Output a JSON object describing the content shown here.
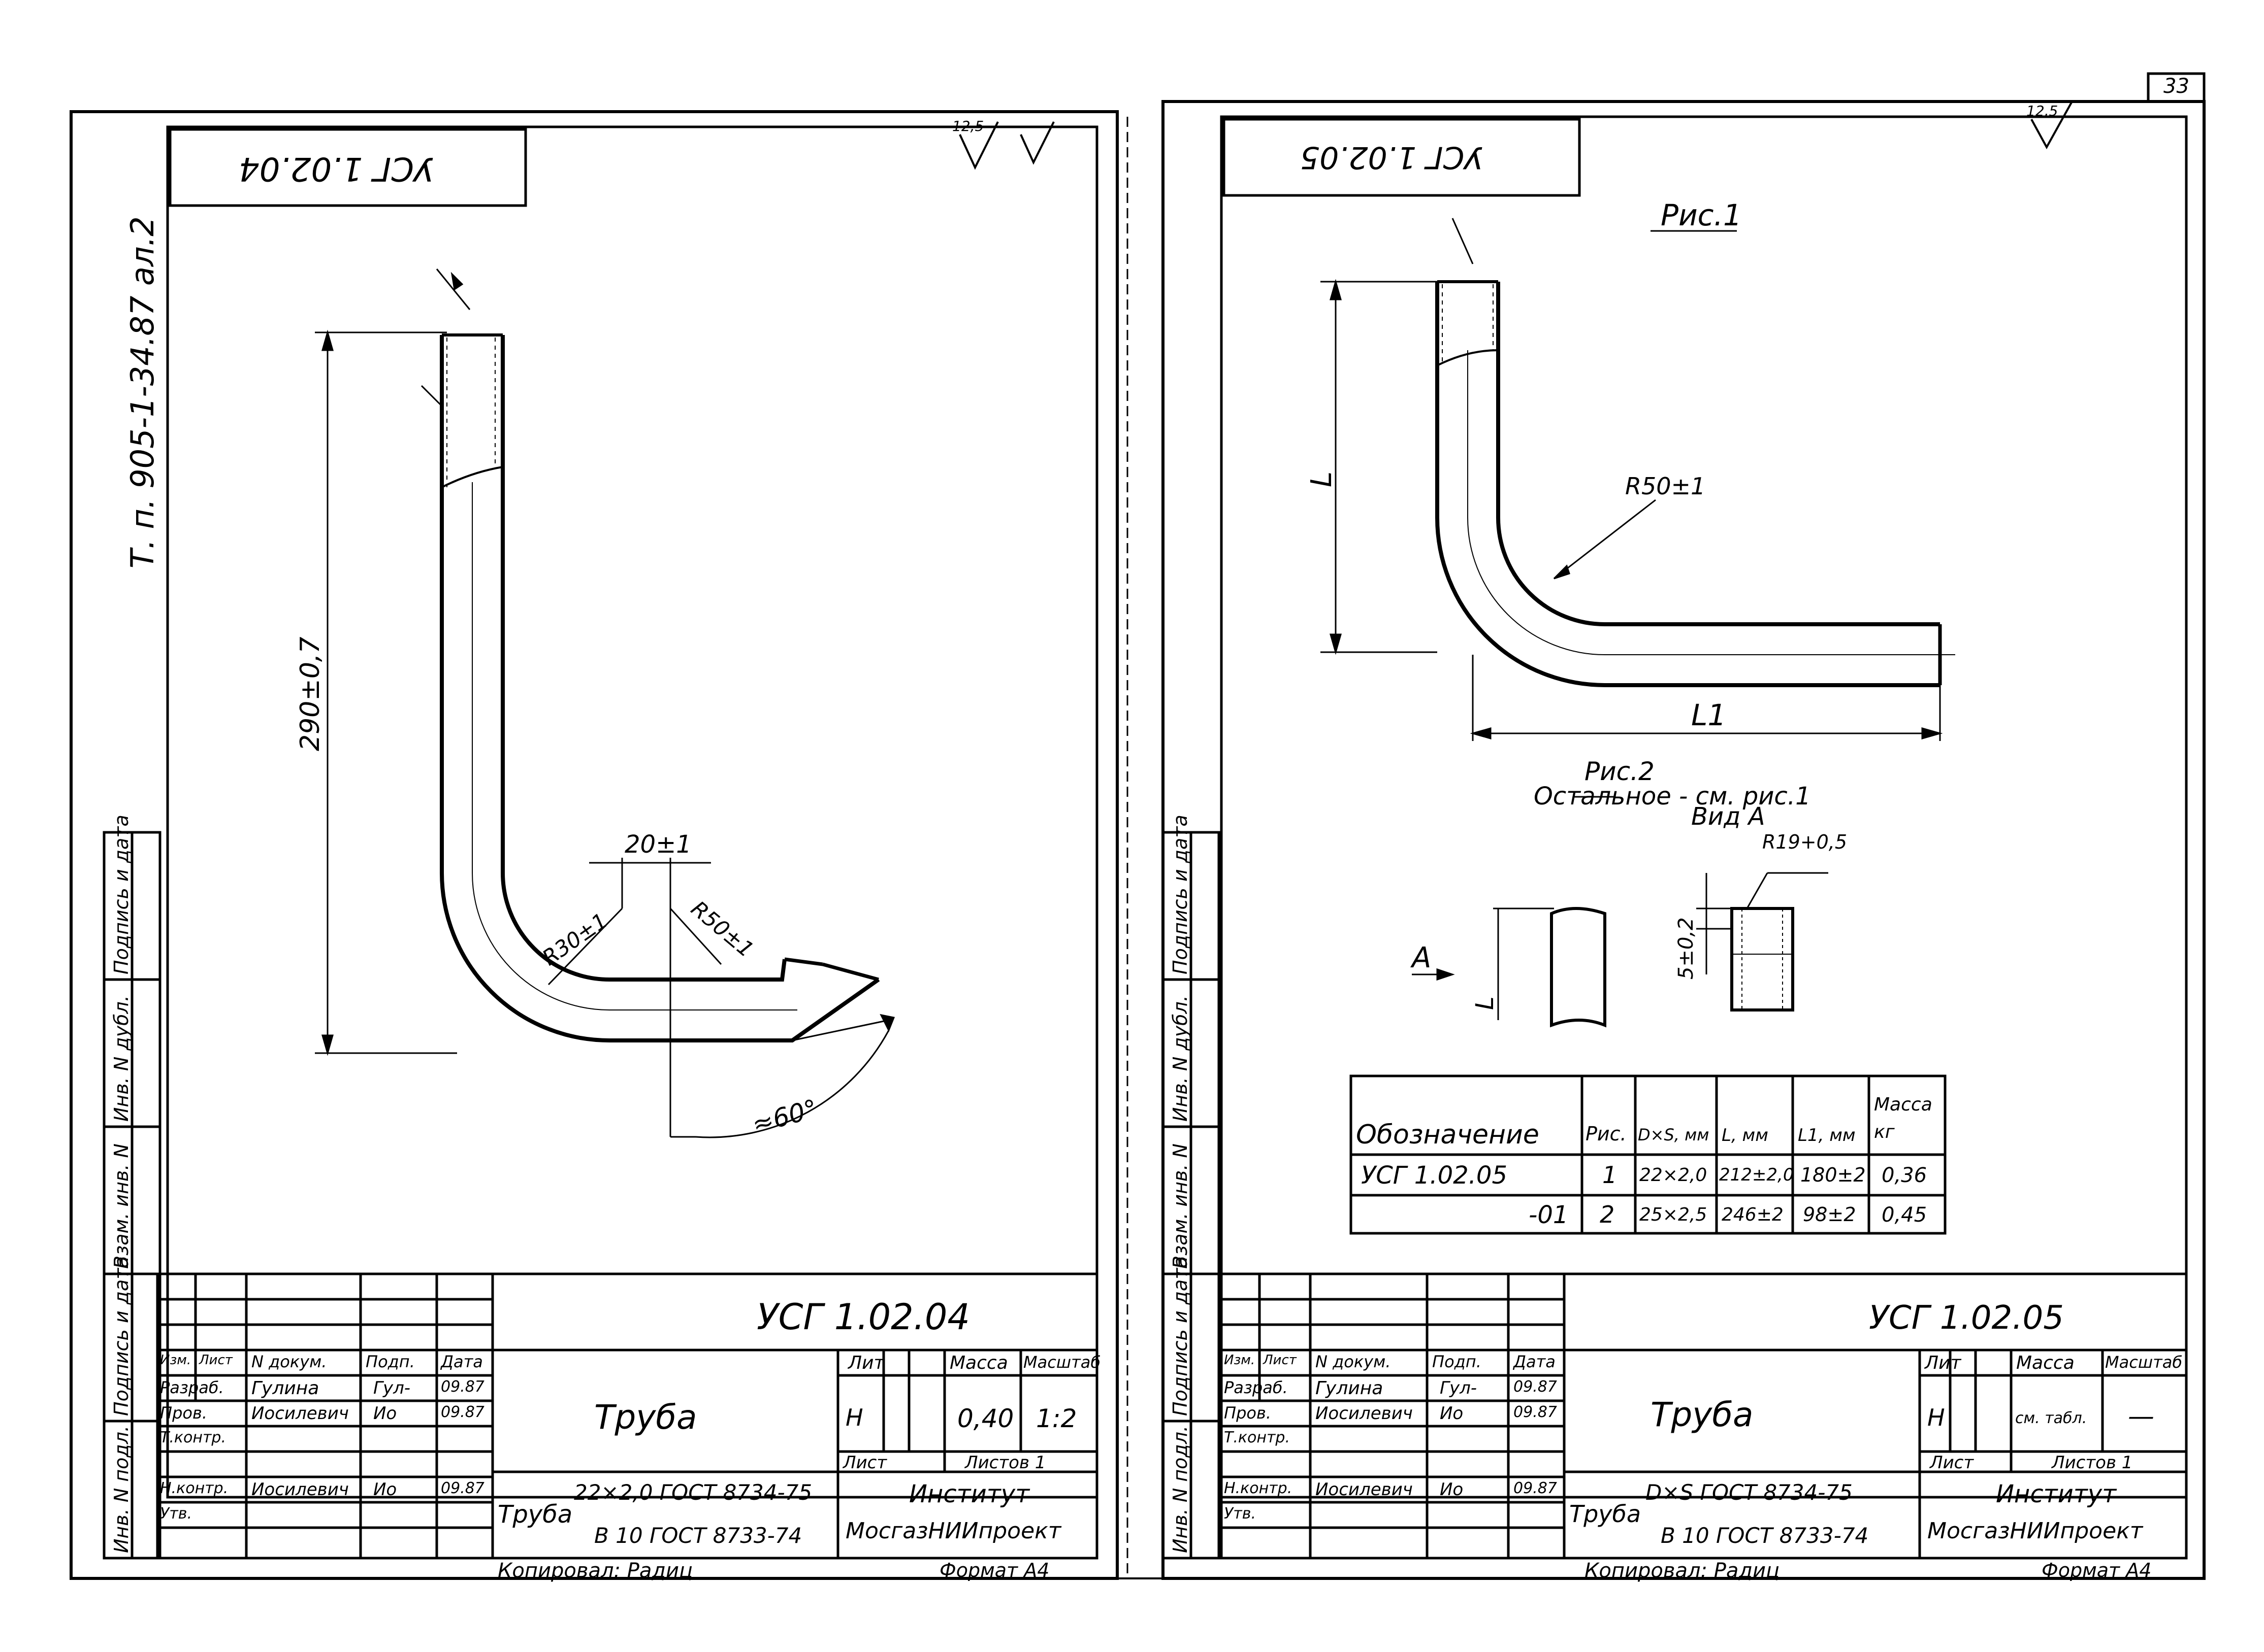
{
  "page_number": "33",
  "left_sheet": {
    "corner_code": "УСГ 1.02.04",
    "roughness": "12,5",
    "album_label": "Т. п. 905-1-34.87   ал.2",
    "dim_length": "290±0,7",
    "dim_gap": "20±1",
    "dim_r30": "R30±1",
    "dim_r50": "R50±1",
    "dim_angle": "≈60°",
    "side_labels": [
      "Подпись и дата",
      "Инв. N дубл.",
      "Взам. инв. N",
      "Подпись и дата",
      "Инв. N подл."
    ],
    "title_block": {
      "designation": "УСГ 1.02.04",
      "name": "Труба",
      "lit_header": "Лит",
      "mass_header": "Масса",
      "scale_header": "Масштаб",
      "lit_value": "Н",
      "mass_value": "0,40",
      "scale_value": "1:2",
      "sheet_label": "Лист",
      "sheets_label": "Листов 1",
      "material_prefix": "Труба",
      "material_line1": "22×2,0 ГОСТ 8734-75",
      "material_line2": "В 10 ГОСТ 8733-74",
      "org_line1": "Институт",
      "org_line2": "МосгазНИИпроект",
      "col_headers": [
        "Изм.",
        "Лист",
        "N докум.",
        "Подп.",
        "Дата"
      ],
      "rows": [
        {
          "role": "Разраб.",
          "name": "Гулина",
          "sign": "Гул-",
          "date": "09.87"
        },
        {
          "role": "Пров.",
          "name": "Иосилевич",
          "sign": "Ио",
          "date": "09.87"
        },
        {
          "role": "Т.контр.",
          "name": "",
          "sign": "",
          "date": ""
        },
        {
          "role": "Н.контр.",
          "name": "Иосилевич",
          "sign": "Ио",
          "date": "09.87"
        },
        {
          "role": "Утв.",
          "name": "",
          "sign": "",
          "date": ""
        }
      ],
      "copied": "Копировал: Радиц",
      "format": "Формат А4"
    }
  },
  "right_sheet": {
    "corner_code": "УСГ 1.02.05",
    "roughness": "12,5",
    "fig1_label": "Рис.1",
    "dim_L": "L",
    "dim_L1": "L1",
    "dim_r50": "R50±1",
    "fig2_label": "Рис.2",
    "fig2_note": "Остальное - см. рис.1",
    "view_label": "Вид А",
    "view_arrow": "А",
    "dim_chamfer": "R19+0,5",
    "dim_5": "5±0,2",
    "side_labels": [
      "Подпись и дата",
      "Инв. N дубл.",
      "Взам. инв. N",
      "Подпись и дата",
      "Инв. N подл."
    ],
    "table": {
      "headers": [
        "Обозначение",
        "Рис.",
        "D×S, мм",
        "L, мм",
        "L1, мм",
        "Масса кг"
      ],
      "rows": [
        [
          "УСГ 1.02.05",
          "1",
          "22×2,0",
          "212±2,0",
          "180±2",
          "0,36"
        ],
        [
          "-01",
          "2",
          "25×2,5",
          "246±2",
          "98±2",
          "0,45"
        ]
      ]
    },
    "title_block": {
      "designation": "УСГ 1.02.05",
      "name": "Труба",
      "lit_header": "Лит",
      "mass_header": "Масса",
      "scale_header": "Масштаб",
      "lit_value": "Н",
      "mass_value": "см. табл.",
      "scale_value": "—",
      "sheet_label": "Лист",
      "sheets_label": "Листов 1",
      "material_prefix": "Труба",
      "material_line1": "D×S ГОСТ 8734-75",
      "material_line2": "В 10 ГОСТ 8733-74",
      "org_line1": "Институт",
      "org_line2": "МосгазНИИпроект",
      "col_headers": [
        "Изм.",
        "Лист",
        "N докум.",
        "Подп.",
        "Дата"
      ],
      "rows": [
        {
          "role": "Разраб.",
          "name": "Гулина",
          "sign": "Гул-",
          "date": "09.87"
        },
        {
          "role": "Пров.",
          "name": "Иосилевич",
          "sign": "Ио",
          "date": "09.87"
        },
        {
          "role": "Т.контр.",
          "name": "",
          "sign": "",
          "date": ""
        },
        {
          "role": "Н.контр.",
          "name": "Иосилевич",
          "sign": "Ио",
          "date": "09.87"
        },
        {
          "role": "Утв.",
          "name": "",
          "sign": "",
          "date": ""
        }
      ],
      "copied": "Копировал: Радиц",
      "format": "Формат А4"
    }
  }
}
